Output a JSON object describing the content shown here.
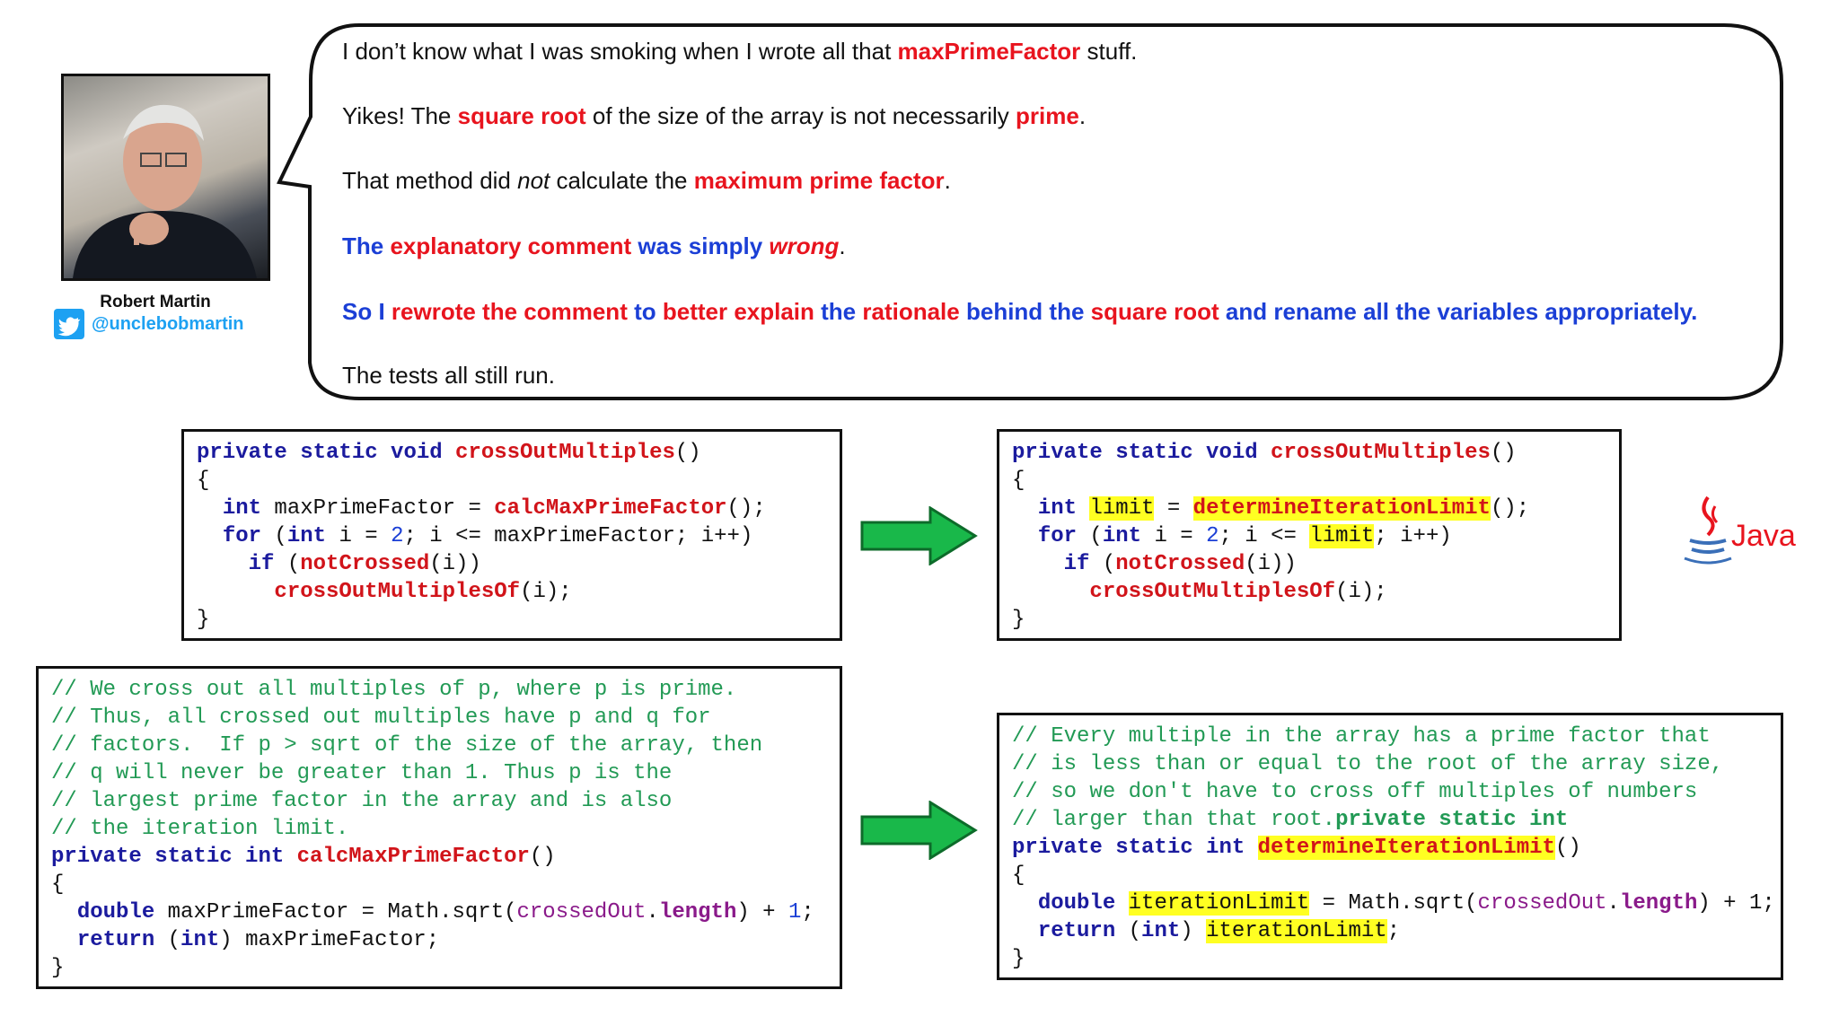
{
  "author": {
    "name": "Robert Martin",
    "handle": "@unclebobmartin"
  },
  "bubble": {
    "l1_a": "I don’t know what I was smoking when I wrote all that ",
    "l1_b": "maxPrimeFactor",
    "l1_c": " stuff.",
    "l2_a": "Yikes! The ",
    "l2_b": "square root",
    "l2_c": " of the size of the array is not necessarily ",
    "l2_d": "prime",
    "l2_e": ".",
    "l3_a": "That method did ",
    "l3_b": "not",
    "l3_c": " calculate the ",
    "l3_d": "maximum prime factor",
    "l3_e": ".",
    "l4_a": "The ",
    "l4_b": "explanatory comment",
    "l4_c": " was simply ",
    "l4_d": "wrong",
    "l4_e": ".",
    "l5_a": "So I ",
    "l5_b": "rewrote the comment",
    "l5_c": " to ",
    "l5_d": "better explain",
    "l5_e": " the ",
    "l5_f": "rationale",
    "l5_g": " behind the ",
    "l5_h": "square root",
    "l5_i": " and rename all the variables appropriately.",
    "l6": "The tests all still run."
  },
  "code1": {
    "kw_sig": "private static void ",
    "fn_name": "crossOutMultiples",
    "paren": "()",
    "open": "{",
    "l3_kw": "int",
    "l3_var": " maxPrimeFactor = ",
    "l3_fn": "calcMaxPrimeFactor",
    "l3_end": "();",
    "l4_kw": "for",
    "l4_a": " (",
    "l4_kw2": "int",
    "l4_b": " i = ",
    "l4_num": "2",
    "l4_c": "; i <= maxPrimeFactor; i++)",
    "l5_kw": "if",
    "l5_a": " (",
    "l5_fn": "notCrossed",
    "l5_b": "(i))",
    "l6_fn": "crossOutMultiplesOf",
    "l6_b": "(i);",
    "close": "}"
  },
  "code2": {
    "kw_sig": "private static void ",
    "fn_name": "crossOutMultiples",
    "paren": "()",
    "open": "{",
    "l3_kw": "int",
    "l3_var": "limit",
    "l3_eq": " = ",
    "l3_fn": "determineIterationLimit",
    "l3_end": "();",
    "l4_kw": "for",
    "l4_a": " (",
    "l4_kw2": "int",
    "l4_b": " i = ",
    "l4_num": "2",
    "l4_c": "; i <= ",
    "l4_var": "limit",
    "l4_d": "; i++)",
    "l5_kw": "if",
    "l5_a": " (",
    "l5_fn": "notCrossed",
    "l5_b": "(i))",
    "l6_fn": "crossOutMultiplesOf",
    "l6_b": "(i);",
    "close": "}"
  },
  "code3": {
    "c1": "// We cross out all multiples of p, where p is prime.",
    "c2": "// Thus, all crossed out multiples have p and q for",
    "c3": "// factors.  If p > sqrt of the size of the array, then",
    "c4": "// q will never be greater than 1. Thus p is the",
    "c5": "// largest prime factor in the array and is also",
    "c6": "// the iteration limit.",
    "sig_kw": "private static int ",
    "sig_fn": "calcMaxPrimeFactor",
    "sig_paren": "()",
    "open": "{",
    "l9_kw": "double",
    "l9_a": " maxPrimeFactor = Math.sqrt(",
    "l9_fld": "crossedOut",
    "l9_b": ".",
    "l9_kw2": "length",
    "l9_c": ") + ",
    "l9_num": "1",
    "l9_d": ";",
    "l10_kw": "return",
    "l10_a": " (",
    "l10_kw2": "int",
    "l10_b": ") maxPrimeFactor;",
    "close": "}"
  },
  "code4": {
    "c1": "// Every multiple in the array has a prime factor that",
    "c2": "// is less than or equal to the root of the array size,",
    "c3": "// so we don't have to cross off multiples of numbers",
    "c4": "// larger than that root.",
    "c4_kw": "private static int",
    "sig_kw": "private static int ",
    "sig_fn": "determineIterationLimit",
    "sig_paren": "()",
    "open": "{",
    "l7_kw": "double",
    "l7_var": "iterationLimit",
    "l7_a": " = Math.sqrt(",
    "l7_fld": "crossedOut",
    "l7_b": ".",
    "l7_kw2": "length",
    "l7_c": ") + 1;",
    "l8_kw": "return",
    "l8_a": " (",
    "l8_kw2": "int",
    "l8_b": ") ",
    "l8_var": "iterationLimit",
    "l8_c": ";",
    "close": "}"
  },
  "logo": {
    "text": "Java"
  },
  "colors": {
    "emphasis_red": "#e8141e",
    "emphasis_blue": "#1b3fd6",
    "arrow_green": "#19b84a",
    "highlight": "#ffff22"
  }
}
